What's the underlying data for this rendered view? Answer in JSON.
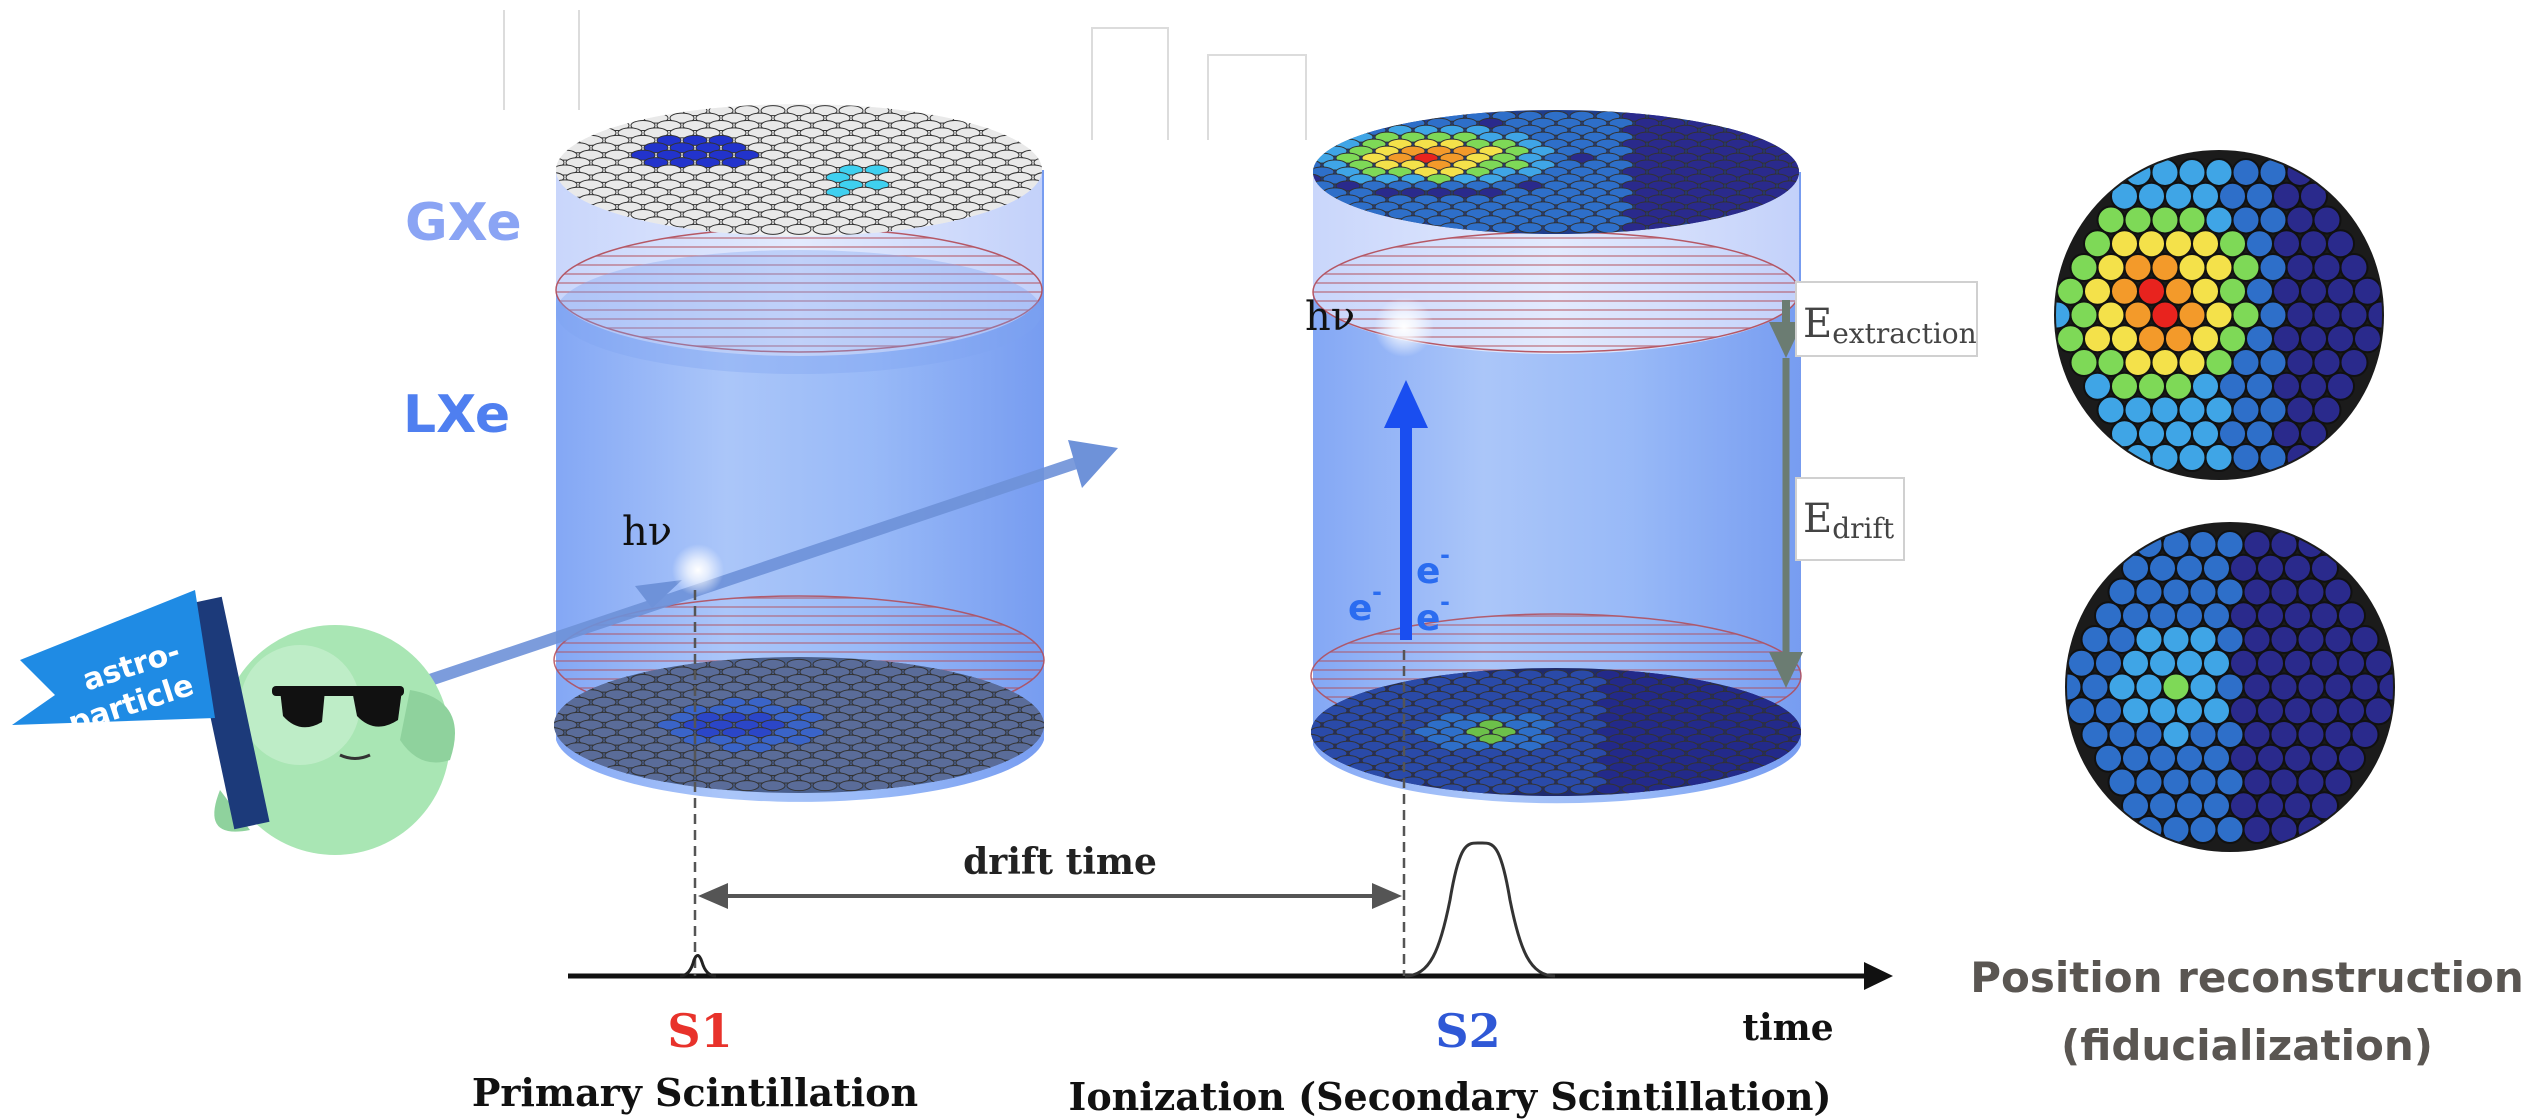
{
  "labels": {
    "gxe": "GXe",
    "lxe": "LXe",
    "hv": "hν",
    "e_extraction_main": "E",
    "e_extraction_sub": "extraction",
    "e_drift_main": "E",
    "e_drift_sub": "drift",
    "electron": "e",
    "electron_sup": "-",
    "drift_time": "drift time",
    "s1": "S1",
    "s2": "S2",
    "time": "time",
    "s1_caption": "Primary Scintillation",
    "s2_caption": "Ionization (Secondary Scintillation)",
    "position_title_line1": "Position reconstruction",
    "position_title_line2": "(fiducialization)",
    "flag_line1": "astro-",
    "flag_line2": "particle"
  },
  "colors": {
    "gxe_label": "#8aa4f4",
    "lxe_label": "#4f7ff0",
    "s1": "#e8322b",
    "s2": "#2f58d6",
    "electron": "#2a6cf0",
    "field_arrow": "#6b7c72",
    "position_title": "#5a5652",
    "flag": "#1f8be4",
    "mascot": "#9ee0a8"
  },
  "pmt_colormap": [
    "#2a2a8c",
    "#2e6fc9",
    "#3fa5e6",
    "#7ed957",
    "#f4e14a",
    "#f39a2a",
    "#e8231e"
  ]
}
